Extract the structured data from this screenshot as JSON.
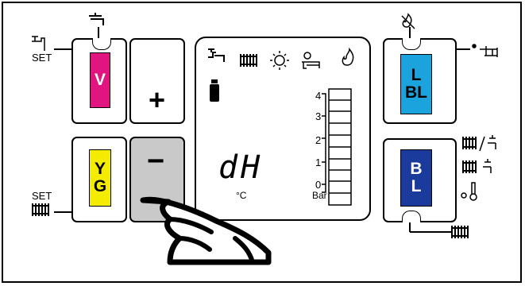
{
  "labels": {
    "set_top": "SET",
    "set_bottom": "SET"
  },
  "buttons": {
    "plus": "+",
    "minus": "−"
  },
  "strips": {
    "v": "V",
    "yg_top": "Y",
    "yg_bottom": "G",
    "lbl_top": "L",
    "lbl_bottom": "BL",
    "bl_top": "B",
    "bl_bottom": "L"
  },
  "display": {
    "code": "dH",
    "unit_celsius": "°C",
    "unit_bar": "Bar",
    "bar_scale": [
      "4",
      "3",
      "2",
      "1",
      "0"
    ]
  },
  "colors": {
    "magenta": "#e0157f",
    "yellow": "#f4ec00",
    "cyan": "#1aa3dc",
    "blue": "#1a3a9c",
    "gray": "#c9c9c9"
  },
  "icons": [
    "tap-icon",
    "radiator-icon",
    "flame-sun-icon",
    "thermostat-tap-icon",
    "flame-icon",
    "bottle-icon",
    "no-flame-icon",
    "hand-pointer-icon"
  ]
}
